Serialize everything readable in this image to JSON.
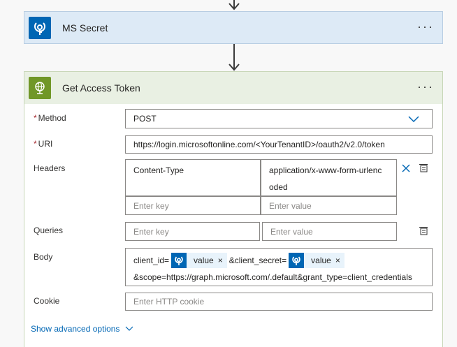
{
  "ms_secret": {
    "title": "MS Secret",
    "icon": "key-vault-icon",
    "header_color": "#ddeaf6",
    "icon_color": "#0066b4",
    "more_label": "···"
  },
  "http": {
    "title": "Get Access Token",
    "icon": "globe-icon",
    "header_color": "#e9f0e3",
    "icon_color": "#709727",
    "more_label": "···",
    "method": {
      "label": "Method",
      "required_mark": "*",
      "value": "POST"
    },
    "uri": {
      "label": "URI",
      "required_mark": "*",
      "value": "https://login.microsoftonline.com/<YourTenantID>/oauth2/v2.0/token"
    },
    "headers": {
      "label": "Headers",
      "rows": [
        {
          "key": "Content-Type",
          "value_line1": "application/x-www-form-urlenc",
          "value_line2": "oded"
        }
      ],
      "key_placeholder": "Enter key",
      "value_placeholder": "Enter value"
    },
    "queries": {
      "label": "Queries",
      "key_placeholder": "Enter key",
      "value_placeholder": "Enter value"
    },
    "body": {
      "label": "Body",
      "prefix": "client_id=",
      "token1": "value",
      "middle": "&client_secret=",
      "token2": "value",
      "token_remove": "×",
      "line2": "&scope=https://graph.microsoft.com/.default&grant_type=client_credentials"
    },
    "cookie": {
      "label": "Cookie",
      "placeholder": "Enter HTTP cookie"
    },
    "advanced_link": "Show advanced options"
  }
}
